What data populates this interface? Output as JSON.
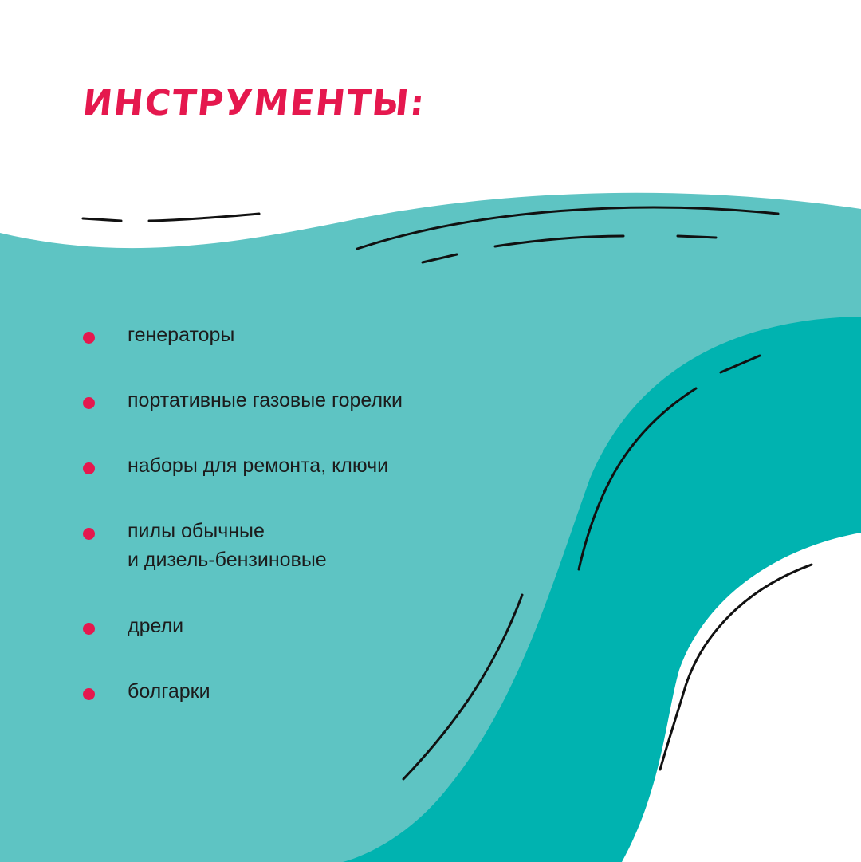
{
  "title": "Инструменты:",
  "colors": {
    "accent": "#e5184e",
    "light_teal": "#5ec4c3",
    "dark_teal": "#00b3b0",
    "background": "#ffffff",
    "text": "#1c1c1c"
  },
  "items": [
    {
      "label": "генераторы"
    },
    {
      "label": "портативные газовые горелки"
    },
    {
      "label": "наборы для ремонта, ключи"
    },
    {
      "label": "пилы обычные\nи дизель-бензиновые"
    },
    {
      "label": "дрели"
    },
    {
      "label": "болгарки"
    }
  ]
}
